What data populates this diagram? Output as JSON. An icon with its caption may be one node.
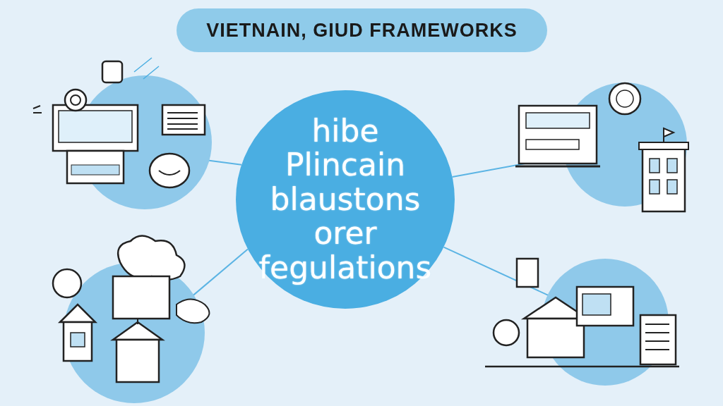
{
  "diagram": {
    "title": "VIETNAIN, GIUD FRAMEWORKS",
    "nodes": [
      {
        "text": [
          "hibe Plincain blaustons orer fegulations"
        ]
      },
      {
        "text": [],
        "shape": "picture"
      },
      {
        "text": [],
        "shape": "picture"
      },
      {
        "text": [],
        "shape": "picture"
      },
      {
        "text": [],
        "shape": "picture"
      }
    ],
    "edges": [
      {
        "from": 0,
        "to": 1,
        "arrow": "none"
      },
      {
        "from": 0,
        "to": 2,
        "arrow": "none"
      },
      {
        "from": 0,
        "to": 3,
        "arrow": "none"
      },
      {
        "from": 0,
        "to": 4,
        "arrow": "none"
      }
    ]
  }
}
